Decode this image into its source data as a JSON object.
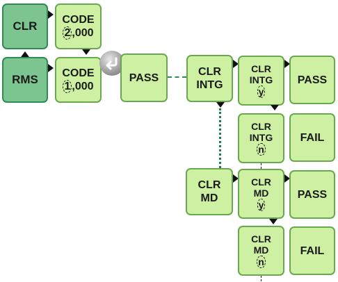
{
  "clr_key": "CLR",
  "rms_key": "RMS",
  "code_top": {
    "label": "CODE",
    "digit": "2",
    "rest": "000"
  },
  "code_bottom": {
    "label": "CODE",
    "digit": "1",
    "rest": "000"
  },
  "pass_main": "PASS",
  "clr_intg": {
    "line1": "CLR",
    "line2": "INTG"
  },
  "clr_md": {
    "line1": "CLR",
    "line2": "MD"
  },
  "branches": [
    {
      "line1": "CLR",
      "line2": "INTG",
      "answer": "y",
      "result": "PASS"
    },
    {
      "line1": "CLR",
      "line2": "INTG",
      "answer": "n",
      "result": "FAIL"
    },
    {
      "line1": "CLR",
      "line2": "MD",
      "answer": "y",
      "result": "PASS"
    },
    {
      "line1": "CLR",
      "line2": "MD",
      "answer": "n",
      "result": "FAIL"
    }
  ],
  "icons": {
    "enter": "enter-return-icon"
  },
  "colors": {
    "dark_green": "#7cc590",
    "light_green": "#cdf0a3",
    "border_green": "#4f9f4f",
    "connector": "#2f8b56"
  }
}
